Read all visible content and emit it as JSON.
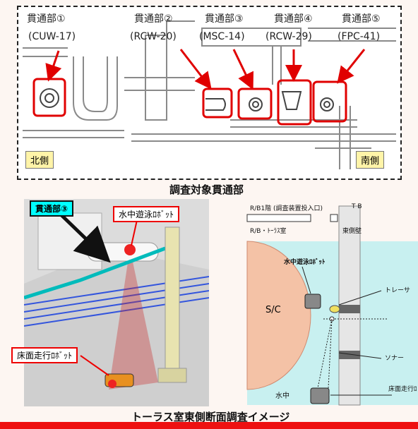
{
  "top": {
    "caption": "調査対象貫通部",
    "penetrations": [
      {
        "name": "貫通部①",
        "code": "(CUW-17)"
      },
      {
        "name": "貫通部②",
        "code": "(RCW-20)"
      },
      {
        "name": "貫通部③",
        "code": "(MSC-14)"
      },
      {
        "name": "貫通部④",
        "code": "(RCW-29)"
      },
      {
        "name": "貫通部⑤",
        "code": "(FPC-41)"
      }
    ],
    "north_label": "北側",
    "south_label": "南側"
  },
  "left_diagram": {
    "penetration_label": "貫通部③",
    "swim_robot_label": "水中遊泳ﾛﾎﾞｯﾄ",
    "floor_robot_label": "床面走行ﾛﾎﾞｯﾄ"
  },
  "right_diagram": {
    "rb1_label": "R/B1階 (調査装置投入口)",
    "tb_label": "T B",
    "rb_torus_label": "R/B・ﾄｰﾗｽ室",
    "east_wall_label": "東側壁",
    "swim_robot_label": "水中遊泳ﾛﾎﾞｯﾄ",
    "sc_label": "S/C",
    "tracer_label": "トレーサ",
    "sonar_label": "ソナー",
    "water_label": "水中",
    "floor_robot_label": "床面走行ﾛ"
  },
  "bottom_caption": "トーラス室東側断面調査イメージ",
  "colors": {
    "highlight": "#e00000",
    "cyan_tag": "#00ffff",
    "water": "#c8f0f0",
    "sc_fill": "#f4c2a6"
  }
}
